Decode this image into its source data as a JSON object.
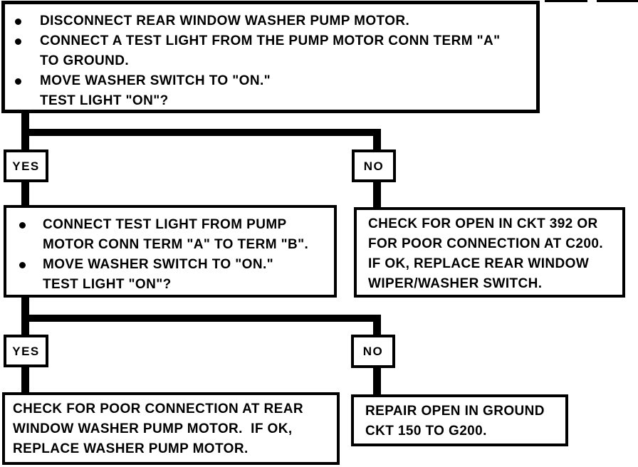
{
  "colors": {
    "ink": "#000000",
    "paper": "#ffffff"
  },
  "nodes": {
    "start": {
      "bullet1": "DISCONNECT REAR WINDOW WASHER PUMP MOTOR.",
      "bullet2_line1": "CONNECT A TEST LIGHT FROM THE PUMP MOTOR CONN TERM \"A\"",
      "bullet2_line2": "TO GROUND.",
      "bullet3_line1": "MOVE WASHER SWITCH TO \"ON.\"",
      "bullet3_line2": "TEST LIGHT \"ON\"?"
    },
    "branch1": {
      "yes": "YES",
      "no": "NO"
    },
    "test2": {
      "bullet1_line1": "CONNECT TEST LIGHT FROM PUMP",
      "bullet1_line2": "MOTOR CONN TERM \"A\" TO TERM \"B\".",
      "bullet2_line1": "MOVE WASHER SWITCH TO \"ON.\"",
      "bullet2_line2": "TEST LIGHT \"ON\"?"
    },
    "no1_action": {
      "line1": "CHECK FOR OPEN IN CKT 392 OR",
      "line2": "FOR POOR CONNECTION AT C200.",
      "line3": "IF OK, REPLACE REAR WINDOW",
      "line4": "WIPER/WASHER SWITCH."
    },
    "branch2": {
      "yes": "YES",
      "no": "NO"
    },
    "yes2_action": {
      "line1": "CHECK FOR POOR CONNECTION AT REAR",
      "line2": "WINDOW WASHER PUMP MOTOR.  IF OK,",
      "line3": "REPLACE WASHER PUMP MOTOR."
    },
    "no2_action": {
      "line1": "REPAIR OPEN IN GROUND",
      "line2": "CKT 150 TO G200."
    }
  }
}
